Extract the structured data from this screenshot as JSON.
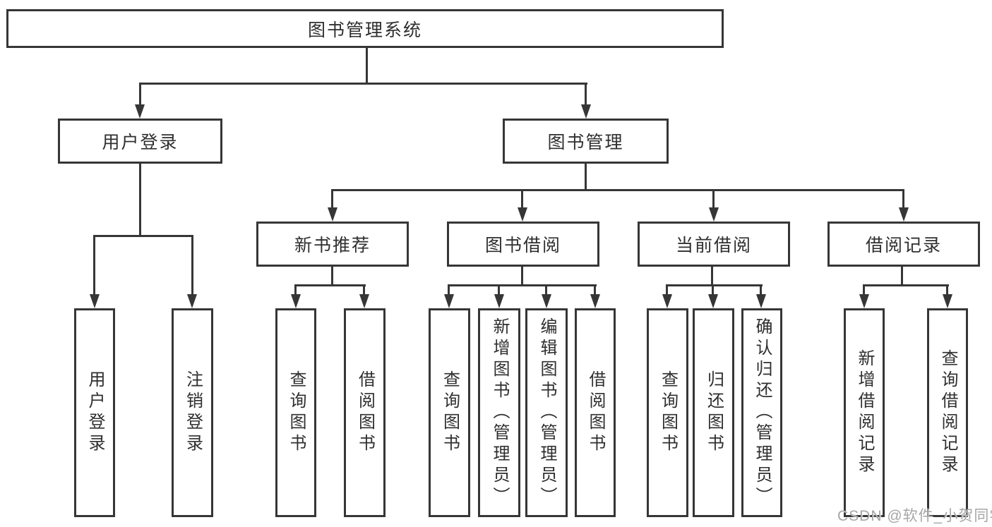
{
  "colors": {
    "line": "#363636",
    "text": "#2f2f2f",
    "background": "#ffffff",
    "watermark": "#a6a6a6"
  },
  "tree": {
    "root": {
      "label": "图书管理系统"
    },
    "branches": [
      {
        "label": "用户登录",
        "children": [
          "用户登录",
          "注销登录"
        ]
      },
      {
        "label": "图书管理",
        "sections": [
          {
            "label": "新书推荐",
            "children": [
              "查询图书",
              "借阅图书"
            ]
          },
          {
            "label": "图书借阅",
            "children": [
              "查询图书",
              "新增图书（管理员）",
              "编辑图书（管理员）",
              "借阅图书"
            ]
          },
          {
            "label": "当前借阅",
            "children": [
              "查询图书",
              "归还图书",
              "确认归还（管理员）"
            ]
          },
          {
            "label": "借阅记录",
            "children": [
              "新增借阅记录",
              "查询借阅记录"
            ]
          }
        ]
      }
    ]
  },
  "watermark": {
    "text": "CSDN @软件_小贺同学"
  }
}
